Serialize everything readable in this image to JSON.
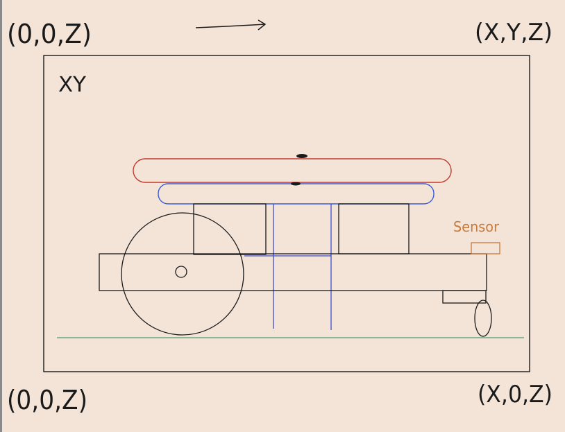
{
  "corners": {
    "top_left": "(0,0,Z)",
    "top_right": "(X,Y,Z)",
    "bottom_left": "(0,0,Z)",
    "bottom_right": "(X,0,Z)"
  },
  "view_label": "XY",
  "sensor_label": "Sensor",
  "colors": {
    "background": "#f4e4d8",
    "outline": "#1a1a1a",
    "top_plate": "#c0392b",
    "lower_plate": "#3b5bd8",
    "vertical_rails": "#3b4bd0",
    "ground": "#4a9a6a",
    "sensor": "#c77a3a"
  }
}
